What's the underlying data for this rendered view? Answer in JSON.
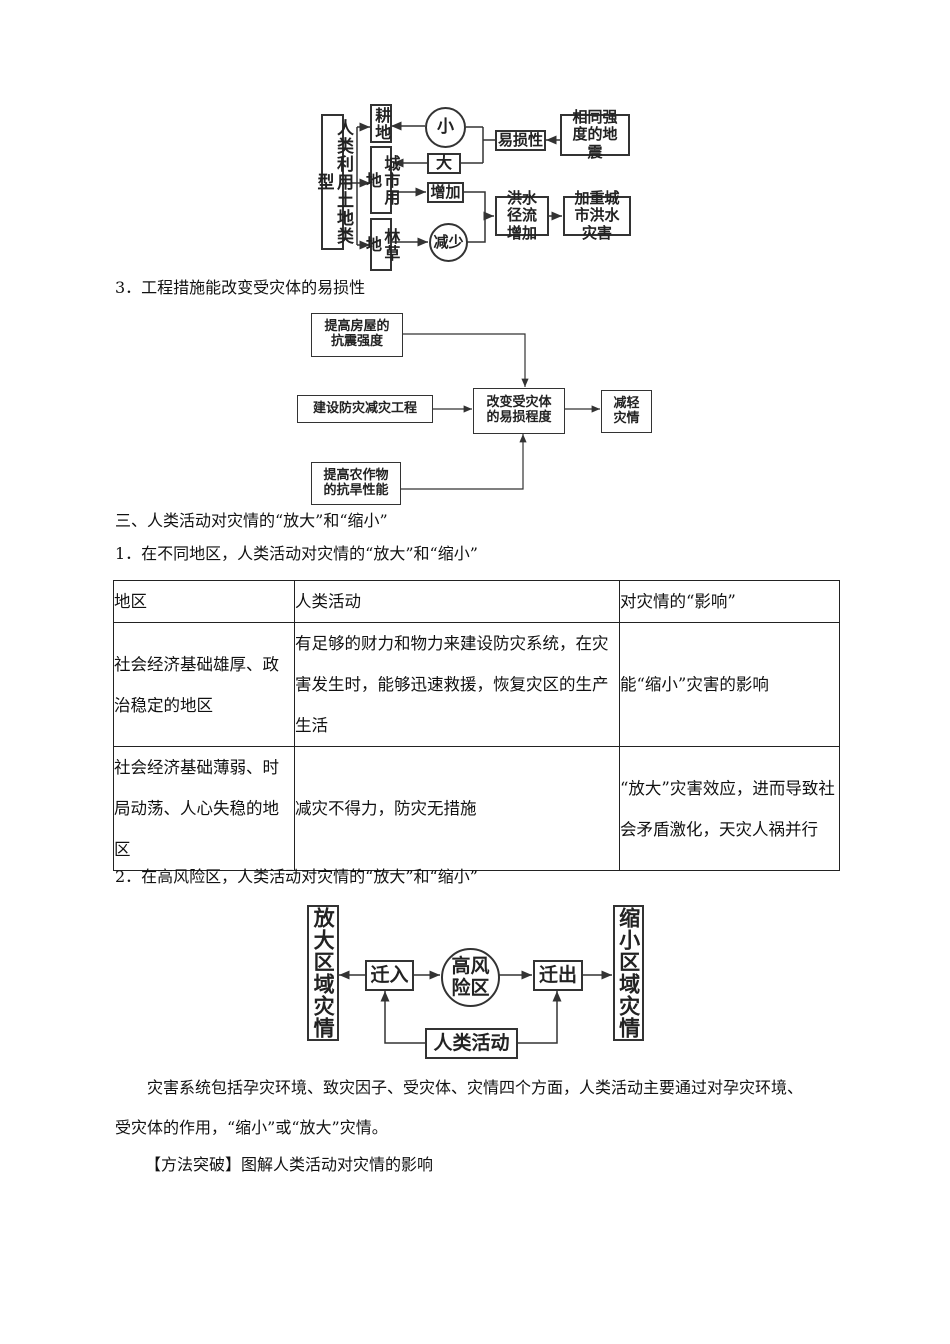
{
  "diagram1": {
    "root": "人类利用土地类型",
    "farmland": "耕地",
    "urban": "城市用地",
    "forest": "林草地",
    "small": "小",
    "large": "大",
    "increase": "增加",
    "decrease": "减少",
    "vulnerability": "易损性",
    "quake": "相同强度的地震",
    "runoff": "洪水径流增加",
    "flood": "加重城市洪水灾害"
  },
  "heading3": "3．工程措施能改变受灾体的易损性",
  "diagram2": {
    "house": "提高房屋的抗震强度",
    "project": "建设防灾减灾工程",
    "crop": "提高农作物的抗旱性能",
    "change": "改变受灾体的易损程度",
    "reduce": "减轻灾情"
  },
  "section3": "三、人类活动对灾情的“放大”和“缩小”",
  "sub1": "1．在不同地区，人类活动对灾情的“放大”和“缩小”",
  "table": {
    "headers": [
      "地区",
      "人类活动",
      "对灾情的“影响”"
    ],
    "rows": [
      [
        "社会经济基础雄厚、政治稳定的地区",
        "有足够的财力和物力来建设防灾系统，在灾害发生时，能够迅速救援，恢复灾区的生产生活",
        "能“缩小”灾害的影响"
      ],
      [
        "社会经济基础薄弱、时局动荡、人心失稳的地区",
        "减灾不得力，防灾无措施",
        "“放大”灾害效应，进而导致社会矛盾激化，天灾人祸并行"
      ]
    ]
  },
  "sub2": "2．在高风险区，人类活动对灾情的“放大”和“缩小”",
  "diagram3": {
    "amplify": "放大区域灾情",
    "in": "迁入",
    "risk": "高风险区",
    "out": "迁出",
    "shrink": "缩小区域灾情",
    "human": "人类活动"
  },
  "paragraph": [
    "灾害系统包括孕灾环境、致灾因子、受灾体、灾情四个方面，人类活动主要通过对孕灾环境、",
    "受灾体的作用，“缩小”或“放大”灾情。"
  ],
  "method": "【方法突破】图解人类活动对灾情的影响"
}
